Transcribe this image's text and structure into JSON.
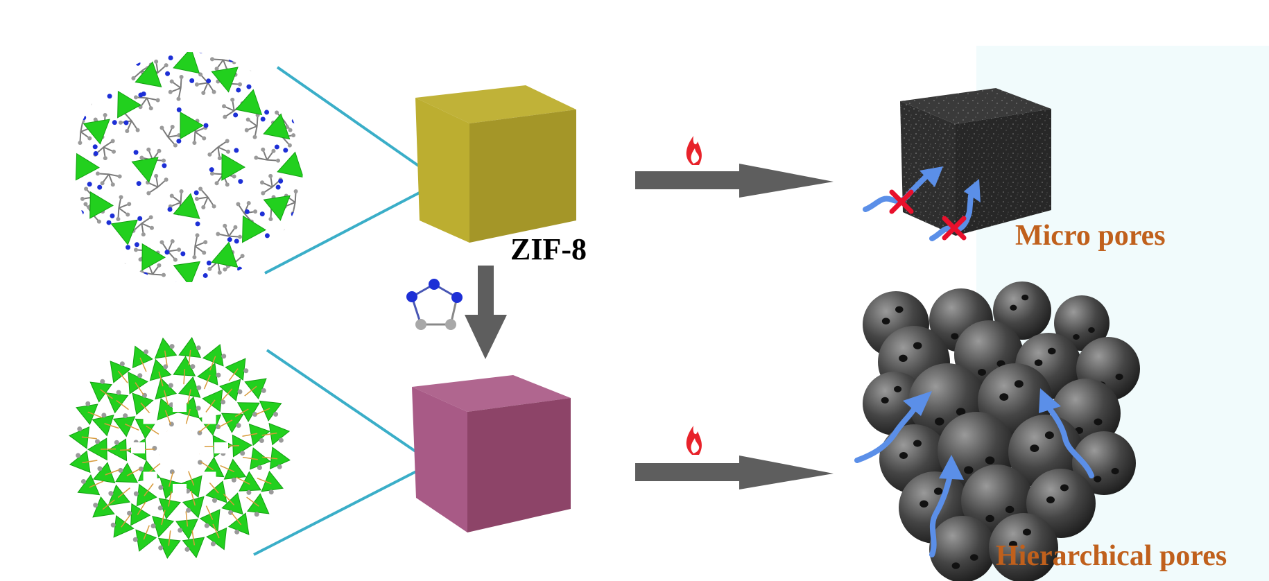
{
  "labels": {
    "zif8": "ZIF-8",
    "micro": "Micro pores",
    "hierarchical": "Hierarchical pores"
  },
  "colors": {
    "cube_top": "#b5a628",
    "cube_pink": "#9a4f79",
    "connector": "#3aaec8",
    "arrow": "#5e5e5e",
    "flow": "#5b8fe8",
    "blocked": "#e8102c",
    "flame": "#e8222a",
    "label_orange": "#c0601c",
    "tetra": "#22d01e",
    "nitrogen": "#1d2fd6",
    "carbon": "#9a9a9a"
  },
  "icons": [
    "flame-icon",
    "blocked-x-icon",
    "imidazole-ring-icon"
  ]
}
